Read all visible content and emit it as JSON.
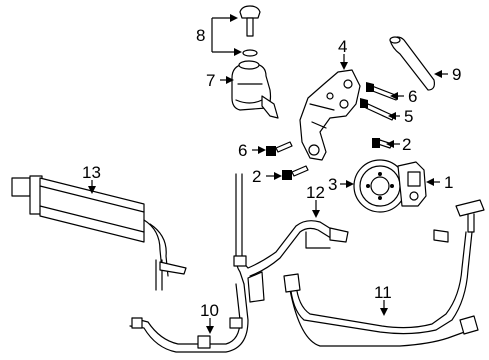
{
  "callouts": [
    {
      "id": "c1",
      "label": "1"
    },
    {
      "id": "c2a",
      "label": "2"
    },
    {
      "id": "c2b",
      "label": "2"
    },
    {
      "id": "c3",
      "label": "3"
    },
    {
      "id": "c4",
      "label": "4"
    },
    {
      "id": "c5",
      "label": "5"
    },
    {
      "id": "c6a",
      "label": "6"
    },
    {
      "id": "c6b",
      "label": "6"
    },
    {
      "id": "c7",
      "label": "7"
    },
    {
      "id": "c8",
      "label": "8"
    },
    {
      "id": "c9",
      "label": "9"
    },
    {
      "id": "c10",
      "label": "10"
    },
    {
      "id": "c11",
      "label": "11"
    },
    {
      "id": "c12",
      "label": "12"
    },
    {
      "id": "c13",
      "label": "13"
    }
  ]
}
